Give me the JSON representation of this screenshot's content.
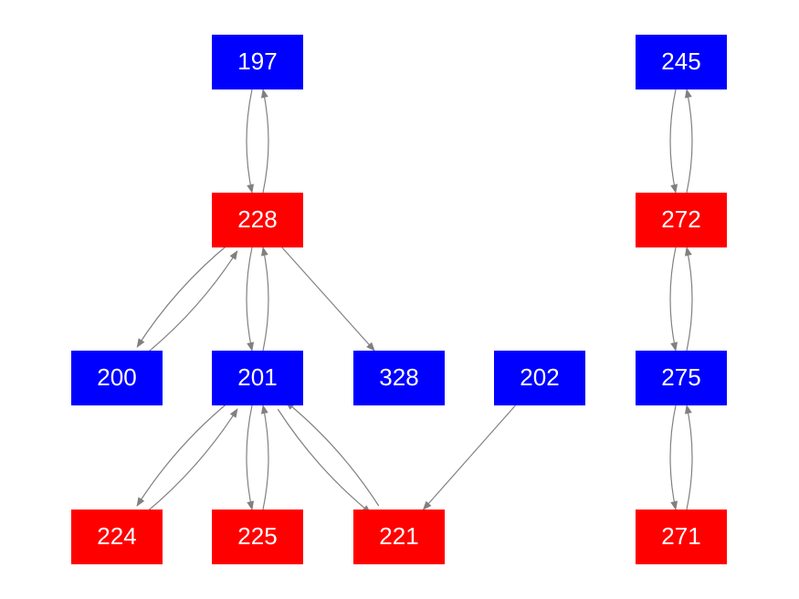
{
  "colors": {
    "group_blue": "#0000ff",
    "group_red": "#ff0000",
    "edge": "#808080",
    "label": "#ffffff",
    "background": "#ffffff"
  },
  "nodes": [
    {
      "id": "197",
      "label": "197",
      "group": "blue"
    },
    {
      "id": "228",
      "label": "228",
      "group": "red"
    },
    {
      "id": "200",
      "label": "200",
      "group": "blue"
    },
    {
      "id": "201",
      "label": "201",
      "group": "blue"
    },
    {
      "id": "328",
      "label": "328",
      "group": "blue"
    },
    {
      "id": "202",
      "label": "202",
      "group": "blue"
    },
    {
      "id": "224",
      "label": "224",
      "group": "red"
    },
    {
      "id": "225",
      "label": "225",
      "group": "red"
    },
    {
      "id": "221",
      "label": "221",
      "group": "red"
    },
    {
      "id": "245",
      "label": "245",
      "group": "blue"
    },
    {
      "id": "272",
      "label": "272",
      "group": "red"
    },
    {
      "id": "275",
      "label": "275",
      "group": "blue"
    },
    {
      "id": "271",
      "label": "271",
      "group": "red"
    }
  ],
  "edges": [
    {
      "from": "197",
      "to": "228"
    },
    {
      "from": "228",
      "to": "197"
    },
    {
      "from": "228",
      "to": "200"
    },
    {
      "from": "200",
      "to": "228"
    },
    {
      "from": "228",
      "to": "201"
    },
    {
      "from": "201",
      "to": "228"
    },
    {
      "from": "228",
      "to": "328"
    },
    {
      "from": "201",
      "to": "224"
    },
    {
      "from": "224",
      "to": "201"
    },
    {
      "from": "201",
      "to": "225"
    },
    {
      "from": "225",
      "to": "201"
    },
    {
      "from": "201",
      "to": "221"
    },
    {
      "from": "221",
      "to": "201"
    },
    {
      "from": "202",
      "to": "221"
    },
    {
      "from": "245",
      "to": "272"
    },
    {
      "from": "272",
      "to": "245"
    },
    {
      "from": "272",
      "to": "275"
    },
    {
      "from": "275",
      "to": "272"
    },
    {
      "from": "275",
      "to": "271"
    },
    {
      "from": "271",
      "to": "275"
    }
  ]
}
